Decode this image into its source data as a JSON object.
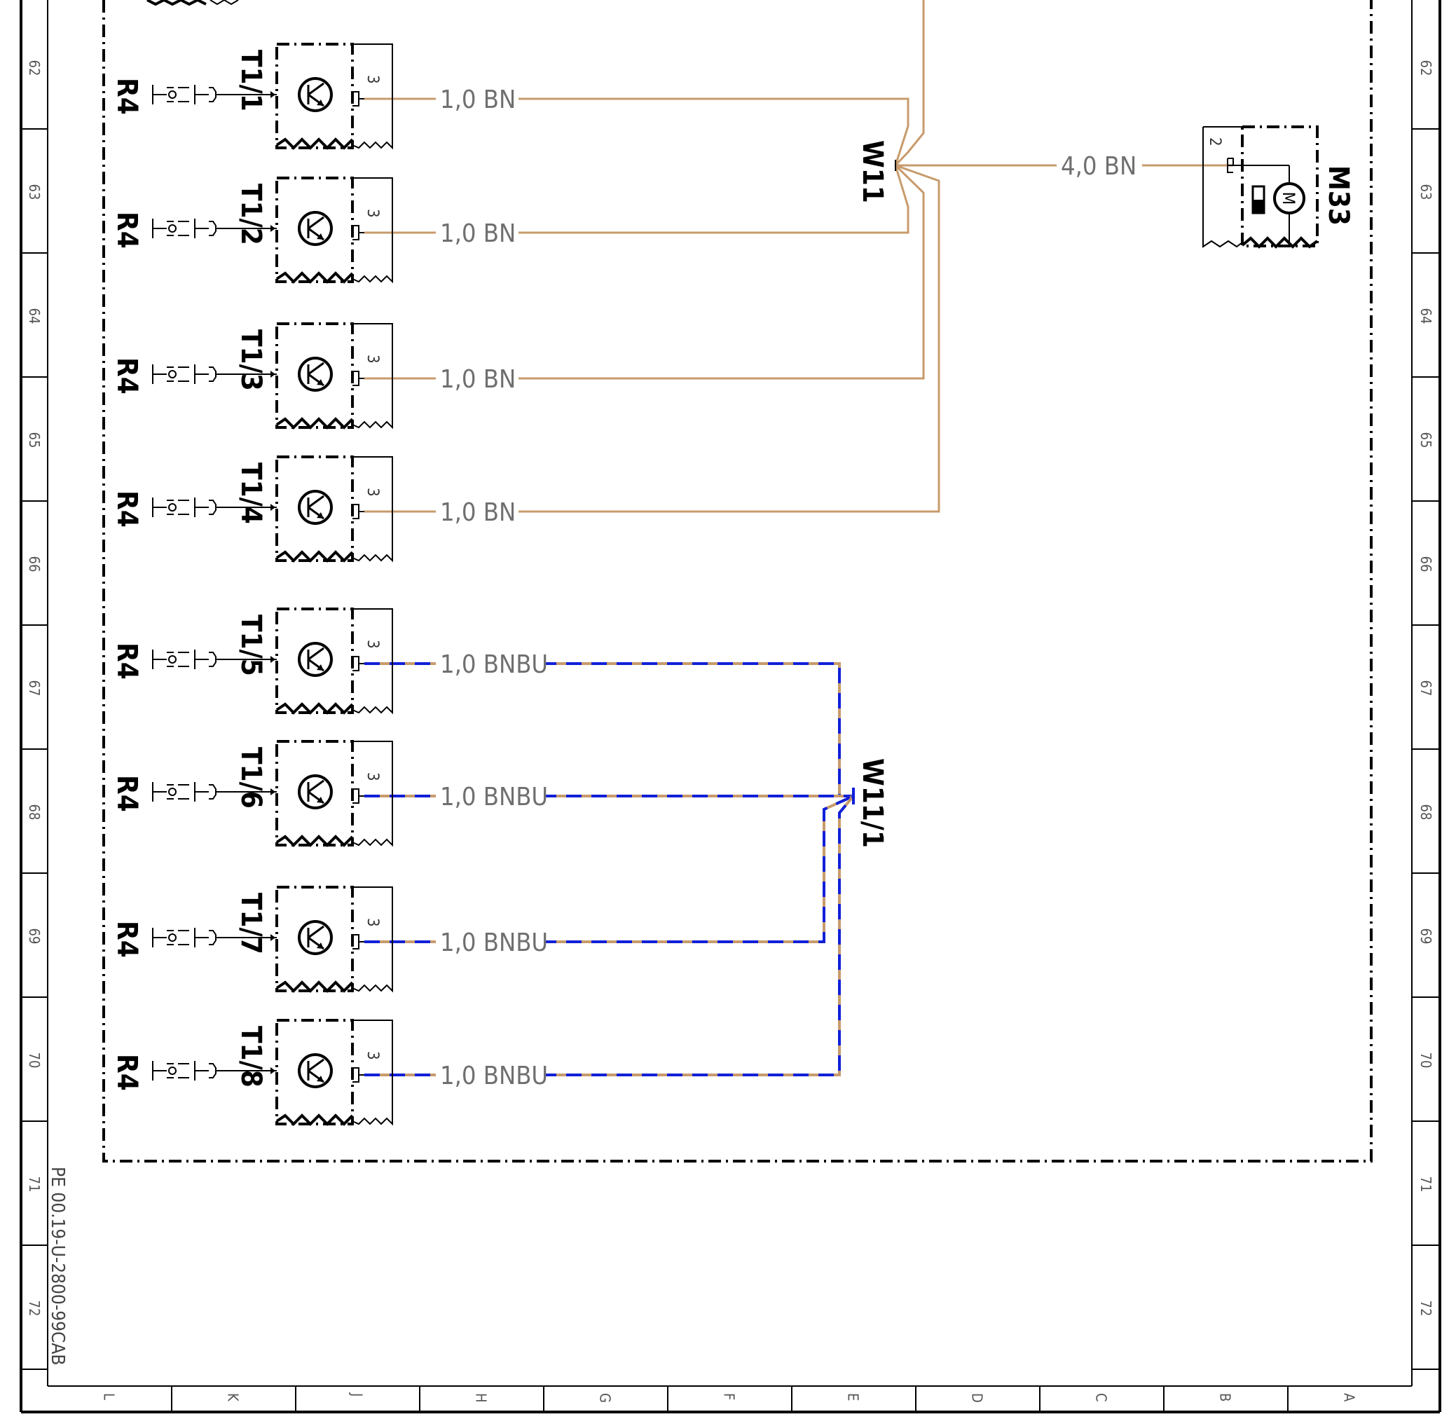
{
  "colors": {
    "brown_wire": "#c89b6c",
    "blue_wire": "#1020d8",
    "frame": "#000000",
    "text_gray": "#6f6f6f"
  },
  "side_rows": [
    "62",
    "63",
    "64",
    "65",
    "66",
    "67",
    "68",
    "69",
    "70",
    "71",
    "72"
  ],
  "bottom_columns": [
    "L",
    "K",
    "J",
    "H",
    "G",
    "F",
    "E",
    "D",
    "C",
    "B",
    "A"
  ],
  "document_code": "PE 00.19-U-2800-99CAB",
  "sensors": [
    {
      "label": "T1/1",
      "r_label": "R4",
      "pin": "3",
      "wire": "1,0 BN",
      "color": "brown"
    },
    {
      "label": "T1/2",
      "r_label": "R4",
      "pin": "3",
      "wire": "1,0 BN",
      "color": "brown"
    },
    {
      "label": "T1/3",
      "r_label": "R4",
      "pin": "3",
      "wire": "1,0 BN",
      "color": "brown"
    },
    {
      "label": "T1/4",
      "r_label": "R4",
      "pin": "3",
      "wire": "1,0 BN",
      "color": "brown"
    },
    {
      "label": "T1/5",
      "r_label": "R4",
      "pin": "3",
      "wire": "1,0 BNBU",
      "color": "brownblue"
    },
    {
      "label": "T1/6",
      "r_label": "R4",
      "pin": "3",
      "wire": "1,0 BNBU",
      "color": "brownblue"
    },
    {
      "label": "T1/7",
      "r_label": "R4",
      "pin": "3",
      "wire": "1,0 BNBU",
      "color": "brownblue"
    },
    {
      "label": "T1/8",
      "r_label": "R4",
      "pin": "3",
      "wire": "1,0 BNBU",
      "color": "brownblue"
    }
  ],
  "splices": {
    "w11": "W11",
    "w11_1": "W11/1"
  },
  "motor": {
    "label": "M33",
    "pin": "2",
    "wire": "4,0 BN",
    "symbol": "M"
  }
}
